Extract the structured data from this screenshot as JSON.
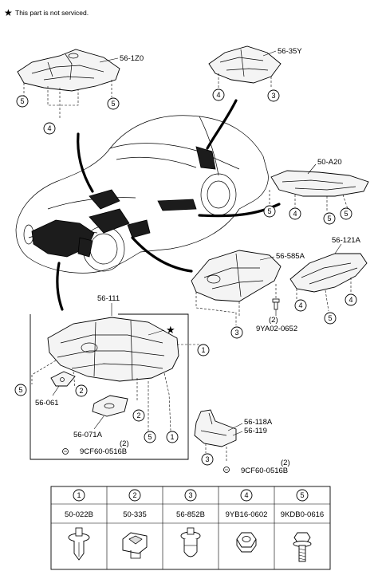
{
  "note": {
    "star": "★",
    "text": "This part is not serviced."
  },
  "labels": {
    "p_56_1z0": "56-1Z0",
    "p_56_35y": "56-35Y",
    "p_50_a20": "50-A20",
    "p_56_585a": "56-585A",
    "p_56_121a": "56-121A",
    "p_9ya02": "9YA02-0652",
    "p_9ya02_qty": "(2)",
    "p_56_111": "56-111",
    "p_56_061": "56-061",
    "p_56_071a": "56-071A",
    "p_9cf60_left": "9CF60-0516B",
    "p_9cf60_left_qty": "(2)",
    "p_56_118a": "56-118A",
    "p_56_119": "56-119",
    "p_9cf60_right": "9CF60-0516B",
    "p_9cf60_right_qty": "(2)"
  },
  "callouts": {
    "c1": "1",
    "c2": "2",
    "c3": "3",
    "c4": "4",
    "c5": "5"
  },
  "fastener_table": {
    "columns": [
      {
        "num": "1",
        "part": "50-022B",
        "icon": "push-clip-icon"
      },
      {
        "num": "2",
        "part": "50-335",
        "icon": "square-clip-icon"
      },
      {
        "num": "3",
        "part": "56-852B",
        "icon": "rivet-clip-icon"
      },
      {
        "num": "4",
        "part": "9YB16-0602",
        "icon": "hex-nut-icon"
      },
      {
        "num": "5",
        "part": "9KDB0-0616",
        "icon": "flange-bolt-icon"
      }
    ]
  }
}
